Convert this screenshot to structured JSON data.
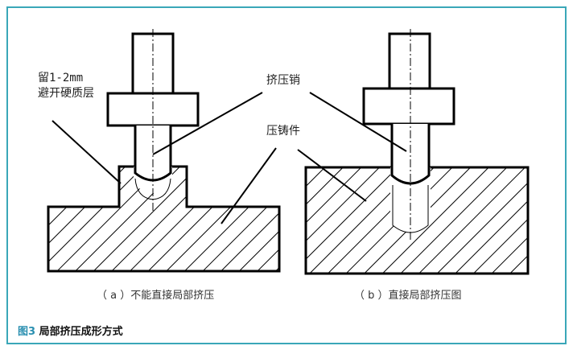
{
  "labels": {
    "retain": "留1-2mm",
    "avoid": "避开硬质层",
    "pin": "挤压销",
    "casting": "压铸件"
  },
  "subcaptions": {
    "a": "（ a ）不能直接局部挤压",
    "b": "（ b ）直接局部挤压图"
  },
  "caption": {
    "number": "图3",
    "text": " 局部挤压成形方式"
  },
  "colors": {
    "frame": "#3aa7b8",
    "caption_number": "#2a8fb0",
    "stroke": "#000000"
  }
}
